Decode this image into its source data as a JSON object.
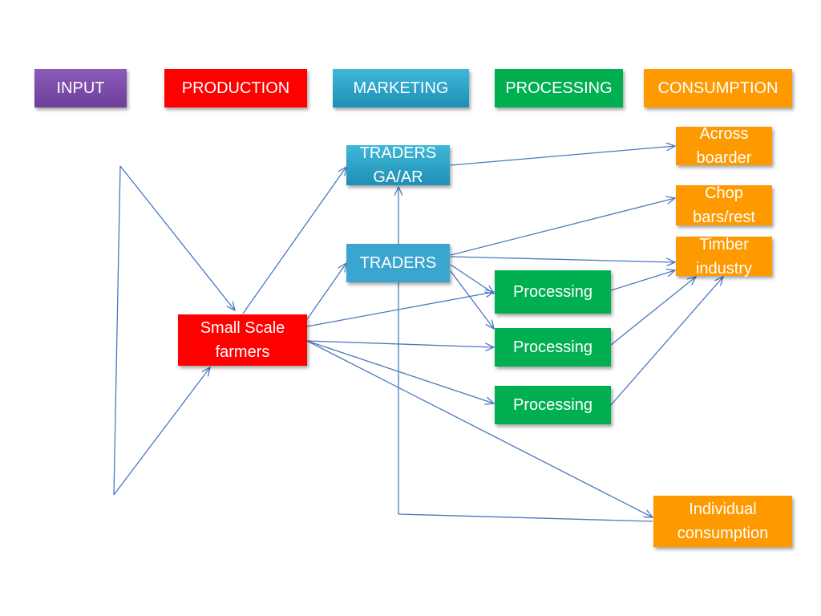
{
  "headers": {
    "input": "INPUT",
    "production": "PRODUCTION",
    "marketing": "MARKETING",
    "processing": "PROCESSING",
    "consumption": "CONSUMPTION"
  },
  "nodes": {
    "traders_ga_ar": "TRADERS\nGA/AR",
    "traders": "TRADERS",
    "small_scale_farmers": "Small Scale\nfarmers",
    "processing_1": "Processing",
    "processing_2": "Processing",
    "processing_3": "Processing",
    "across_boarder": "Across\nboarder",
    "chop_bars": "Chop\nbars/rest",
    "timber_industry": "Timber\nindustry",
    "individual_consumption": "Individual\nconsumption"
  },
  "colors": {
    "purple": "#7030a0",
    "red": "#ff0000",
    "blue": "#31a4cc",
    "green": "#00b050",
    "orange": "#ff9900",
    "arrow": "#4a78c0"
  }
}
